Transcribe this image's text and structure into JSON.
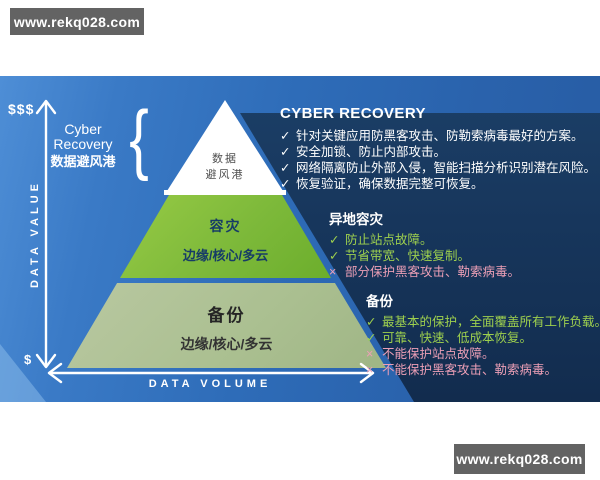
{
  "watermark": {
    "text": "www.rekq028.com"
  },
  "axes": {
    "value_label": "DATA VALUE",
    "volume_label": "DATA VOLUME",
    "high_symbol": "$$$",
    "low_symbol": "$"
  },
  "callout": {
    "line1": "Cyber Recovery",
    "line2": "数据避风港",
    "brace": "{"
  },
  "pyramid": {
    "tier1": {
      "line1": "数据",
      "line2": "避风港"
    },
    "tier2": {
      "title": "容灾",
      "subtitle": "边缘/核心/多云"
    },
    "tier3": {
      "title": "备份",
      "subtitle": "边缘/核心/多云"
    }
  },
  "sections": [
    {
      "title": "CYBER RECOVERY",
      "items": [
        {
          "mark": "✓",
          "text": "针对关键应用防黑客攻击、防勒索病毒最好的方案。"
        },
        {
          "mark": "✓",
          "text": "安全加锁、防止内部攻击。"
        },
        {
          "mark": "✓",
          "text": "网络隔离防止外部入侵，智能扫描分析识别潜在风险。"
        },
        {
          "mark": "✓",
          "text": "恢复验证，确保数据完整可恢复。"
        }
      ]
    },
    {
      "title": "异地容灾",
      "items": [
        {
          "mark": "✓",
          "text": "防止站点故障。"
        },
        {
          "mark": "✓",
          "text": "节省带宽、快速复制。"
        },
        {
          "mark": "×",
          "text": "部分保护黑客攻击、勒索病毒。"
        }
      ]
    },
    {
      "title": "备份",
      "items": [
        {
          "mark": "✓",
          "text": "最基本的保护，全面覆盖所有工作负载。"
        },
        {
          "mark": "✓",
          "text": "可靠、快速、低成本恢复。"
        },
        {
          "mark": "×",
          "text": "不能保护站点故障。"
        },
        {
          "mark": "×",
          "text": "不能保护黑客攻击、勒索病毒。"
        }
      ]
    }
  ],
  "colors": {
    "panel_blue": "#2e6cb8",
    "wedge_navy": "#17365c",
    "tier2_green": "#7db93a",
    "tier3_sage": "#aabf90",
    "check_green": "#9ed04e",
    "cross_pink": "#ec9fb6",
    "tier2_text_navy": "#173c66",
    "watermark_gray": "#636363"
  }
}
